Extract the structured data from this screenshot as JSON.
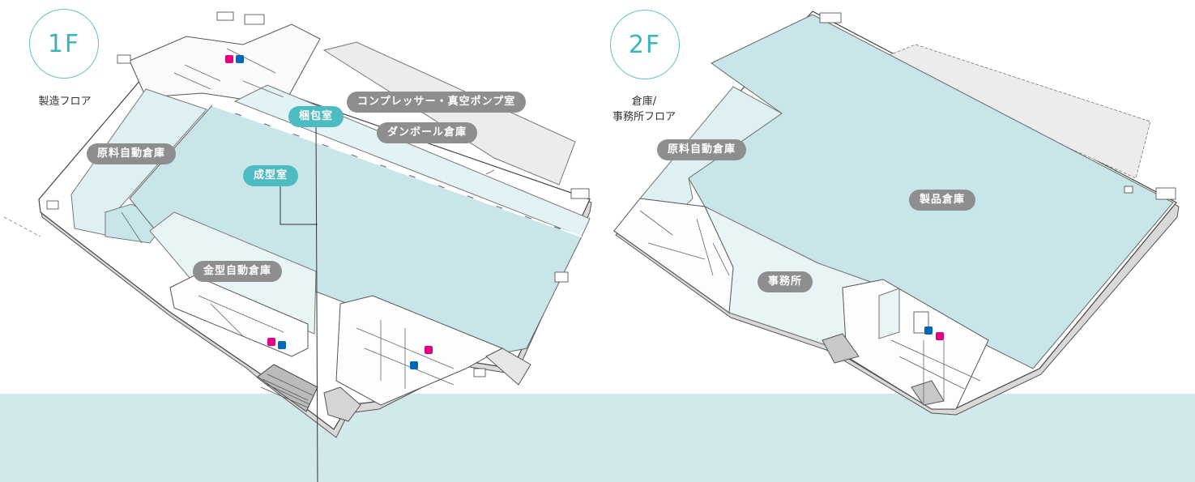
{
  "floors": [
    {
      "label": "1F",
      "caption": "製造フロア"
    },
    {
      "label": "2F",
      "caption": "倉庫/\n事務所フロア"
    }
  ],
  "rooms_1f": {
    "packing": "梱包室",
    "compressor": "コンプレッサー・真空ポンプ室",
    "cardboard": "ダンボール倉庫",
    "raw_material": "原料自動倉庫",
    "molding": "成型室",
    "mold": "金型自動倉庫"
  },
  "rooms_2f": {
    "raw_material": "原料自動倉庫",
    "product": "製品倉庫",
    "office": "事務所"
  },
  "colors": {
    "highlight_area": "#c8e6ea",
    "band": "#d2e9ec",
    "tag_gray": "#8e8e8e",
    "tag_teal": "#4cbcc2",
    "toilet_female": "#e4007f",
    "toilet_male": "#0068b7"
  }
}
